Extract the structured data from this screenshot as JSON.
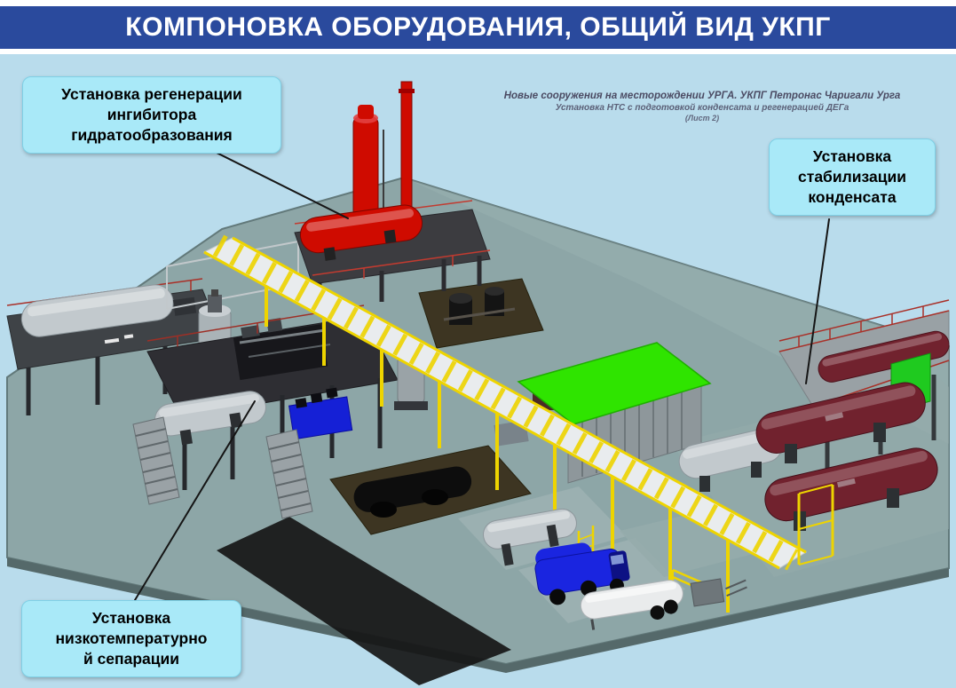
{
  "header": {
    "title": "КОМПОНОВКА ОБОРУДОВАНИЯ, ОБЩИЙ ВИД УКПГ"
  },
  "drawing_note": {
    "line1": "Новые сооружения на месторождении УРГА. УКПГ Петронас Чаригали Урга",
    "line2": "Установка НТС с подготовкой конденсата и регенерацией ДЕГа",
    "line3": "(Лист 2)"
  },
  "callouts": {
    "regeneration": {
      "lines": [
        "Установка регенерации",
        "ингибитора",
        "гидратообразования"
      ]
    },
    "stabilization": {
      "lines": [
        "Установка",
        "стабилизации",
        "конденсата"
      ]
    },
    "separation": {
      "lines": [
        "Установка",
        "низкотемпературно",
        "й сепарации"
      ]
    }
  },
  "palette": {
    "header_bg": "#2a4a9d",
    "header_text": "#ffffff",
    "body_bg": "#b9dcec",
    "callout_bg": "#a9e9f8",
    "callout_border": "#7fd0e6",
    "callout_text": "#000000",
    "note_text": "#4b4b63",
    "plate": "#8da6a7",
    "plate_edge": "#62797a",
    "plate_side": "#55696a",
    "road": "#161616",
    "pit": "#3d3522",
    "rack_yellow": "#eed400",
    "rack_deck": "#e9ecee",
    "red_unit": "#cf0b00",
    "maroon_vessel": "#71222e",
    "gray_vessel": "#c2c9cd",
    "dark_deck": "#2e2e33",
    "platform_gray": "#99a1a5",
    "green_canopy": "#2fe400",
    "green_panel": "#1fca1f",
    "blue_equipment": "#1520d6",
    "truck_blue": "#1a25e0",
    "white_tank": "#e9ebec",
    "railing_red": "#a93028",
    "pointer": "#151515"
  },
  "scene": {
    "equipment": [
      {
        "name": "inhibitor-regeneration-unit",
        "color": "#cf0b00"
      },
      {
        "name": "condensate-stabilization-vessels",
        "color": "#71222e"
      },
      {
        "name": "low-temperature-separation-platform",
        "color": "#2e2e33"
      },
      {
        "name": "pipe-rack",
        "color": "#eed400"
      },
      {
        "name": "green-canopy",
        "color": "#2fe400"
      },
      {
        "name": "horizontal-drum",
        "color": "#c2c9cd"
      },
      {
        "name": "blue-package-unit",
        "color": "#1520d6"
      },
      {
        "name": "blue-truck",
        "color": "#1a25e0"
      },
      {
        "name": "white-tank-trailer",
        "color": "#e9ebec"
      }
    ]
  }
}
